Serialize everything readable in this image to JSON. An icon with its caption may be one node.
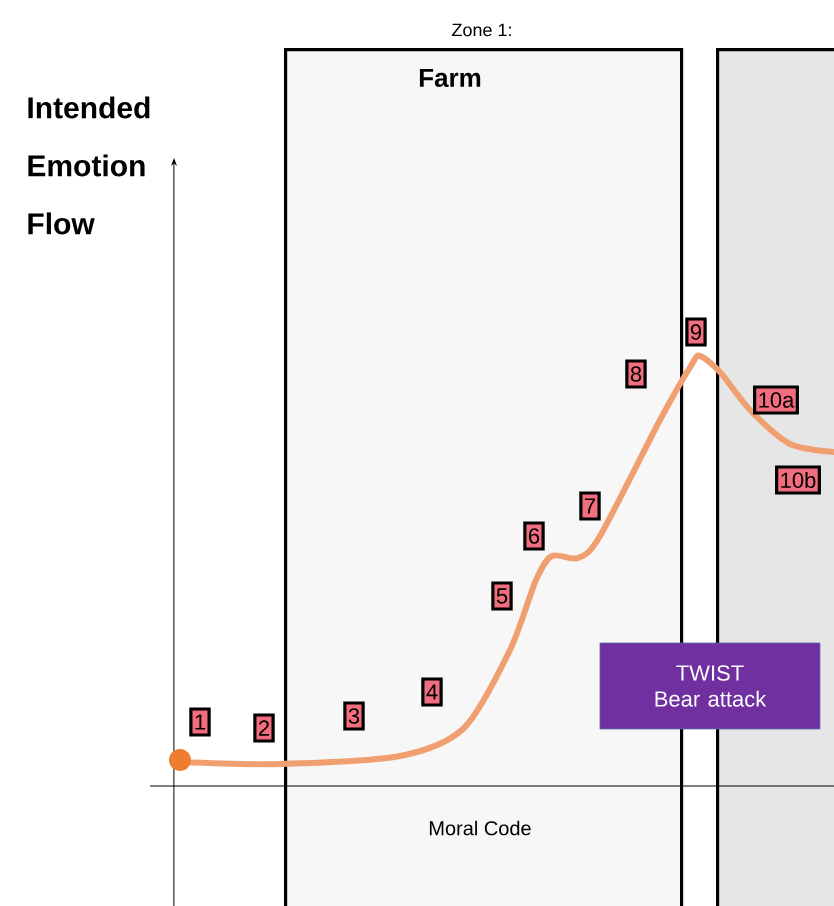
{
  "diagram": {
    "title": "Intended Emotion Flow",
    "nodes": [
      {
        "text": [
          "Zone 1:",
          "Farm"
        ]
      },
      {
        "text": [],
        "shape": "box"
      },
      {
        "text": [
          "1"
        ]
      },
      {
        "text": [
          "2"
        ]
      },
      {
        "text": [
          "3"
        ],
        "in": 0
      },
      {
        "text": [
          "4"
        ],
        "in": 0
      },
      {
        "text": [
          "5"
        ],
        "in": 0
      },
      {
        "text": [
          "6"
        ],
        "in": 0
      },
      {
        "text": [
          "7"
        ],
        "in": 0
      },
      {
        "text": [
          "8"
        ],
        "in": 0
      },
      {
        "text": [
          "9"
        ]
      },
      {
        "text": [
          "10a"
        ],
        "in": 1
      },
      {
        "text": [
          "10b"
        ],
        "in": 1
      },
      {
        "text": [
          "TWIST Bear attack"
        ]
      }
    ],
    "edges": [],
    "labels": [
      "Moral Code"
    ]
  }
}
